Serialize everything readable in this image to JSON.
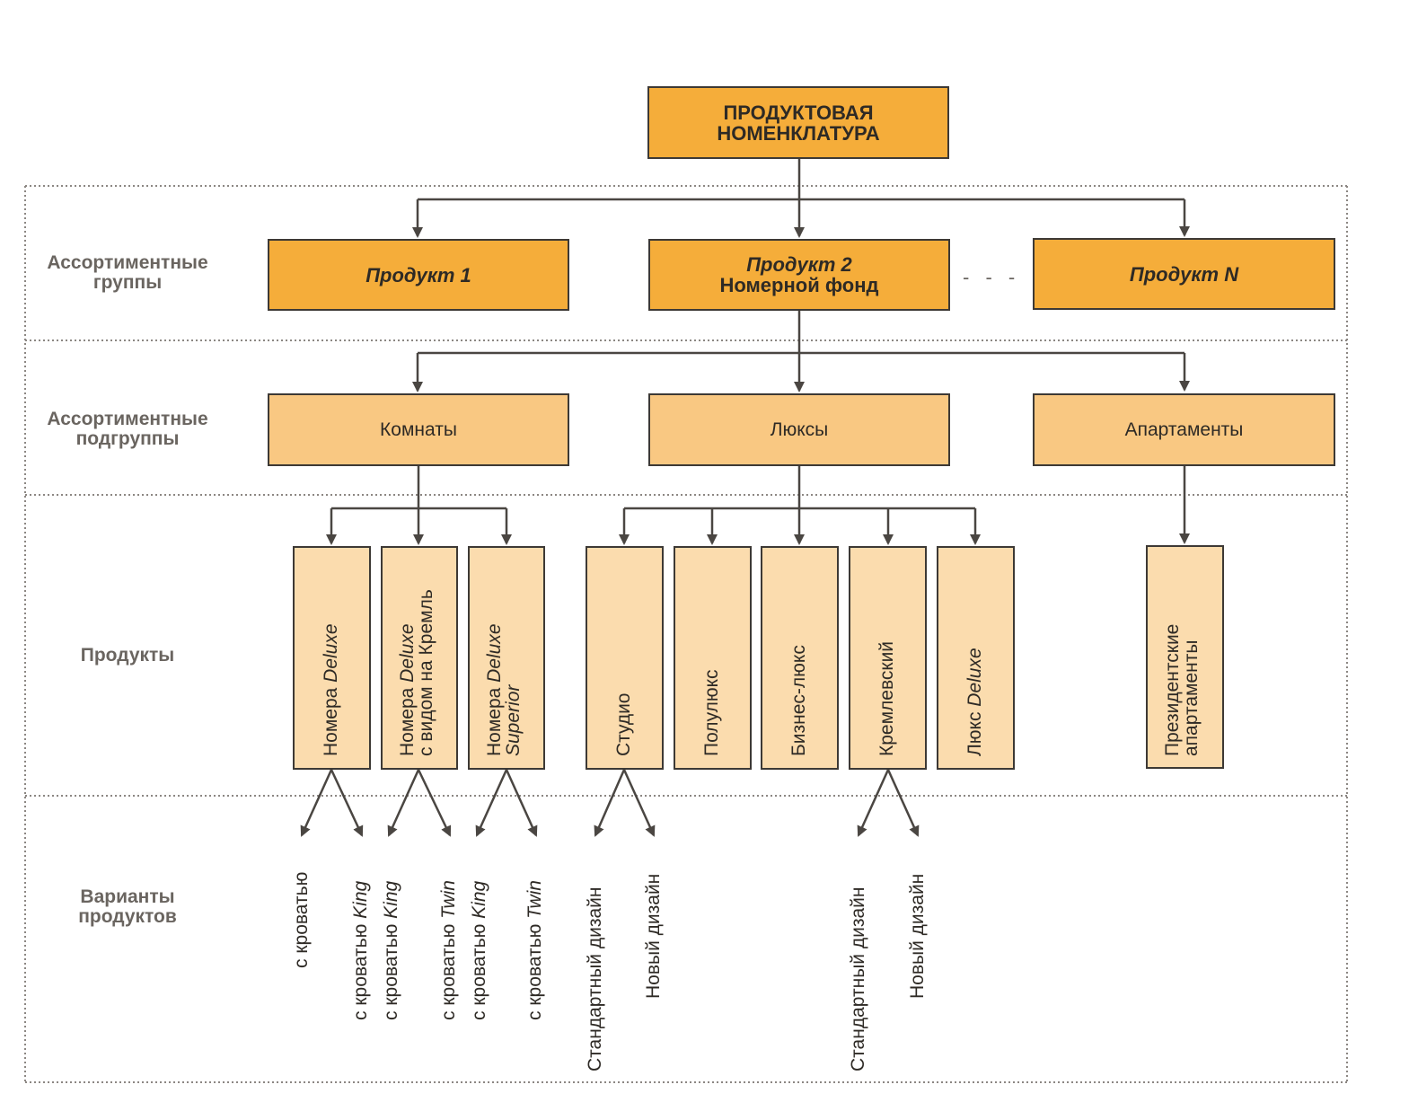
{
  "root": {
    "line1": "ПРОДУКТОВАЯ",
    "line2": "НОМЕНКЛАТУРА"
  },
  "row_labels": {
    "groups": [
      "Ассортиментные",
      "группы"
    ],
    "subgroups": [
      "Ассортиментные",
      "подгруппы"
    ],
    "products": [
      "Продукты"
    ],
    "variants": [
      "Варианты",
      "продуктов"
    ]
  },
  "groups": {
    "g1": {
      "line1": "Продукт 1"
    },
    "g2": {
      "line1": "Продукт 2",
      "line2": "Номерной фонд"
    },
    "gN": {
      "line1": "Продукт N"
    },
    "ellipsis": "- - -"
  },
  "subgroups": {
    "rooms": "Комнаты",
    "suites": "Люксы",
    "apartments": "Апартаменты"
  },
  "products": {
    "p1": {
      "a": "Номера ",
      "b": "Deluxe"
    },
    "p2": {
      "a": "Номера ",
      "b": "Deluxe",
      "c": "с видом на Кремль"
    },
    "p3": {
      "a": "Номера ",
      "b": "Deluxe",
      "c": "Superior"
    },
    "p4": "Студио",
    "p5": "Полулюкс",
    "p6": "Бизнес-люкс",
    "p7": "Кремлевский",
    "p8": {
      "a": "Люкс ",
      "b": "Deluxe"
    },
    "p9": {
      "a": "Президентские",
      "b": "апартаменты"
    }
  },
  "variants": {
    "v1": {
      "a": "с кроватью",
      "b": ""
    },
    "v2": {
      "a": "с кроватью ",
      "b": "King"
    },
    "v3": {
      "a": "с кроватью ",
      "b": "King"
    },
    "v4": {
      "a": "с кроватью ",
      "b": "Twin"
    },
    "v5": {
      "a": "с кроватью ",
      "b": "King"
    },
    "v6": {
      "a": "с кроватью ",
      "b": "Twin"
    },
    "v7": "Стандартный дизайн",
    "v8": "Новый дизайн",
    "v9": "Стандартный дизайн",
    "v10": "Новый дизайн"
  },
  "colors": {
    "group_fill": "#f5ad3a",
    "subgroup_fill": "#f9c882",
    "product_fill": "#fbdcae",
    "line": "#4a4642"
  }
}
